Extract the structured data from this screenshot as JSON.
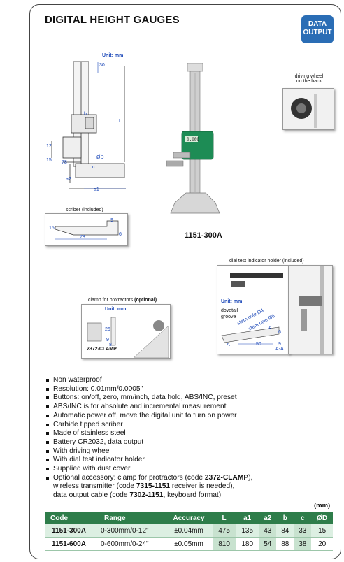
{
  "header": {
    "title": "DIGITAL HEIGHT GAUGES",
    "badge_line1": "DATA",
    "badge_line2": "OUTPUT"
  },
  "drawing": {
    "unit": "Unit: mm",
    "dim_30": "30",
    "dim_L": "L",
    "dim_b": "b",
    "dim_12": "12",
    "dim_15": "15",
    "dim_78": "78",
    "dim_c": "c",
    "dim_D": "ØD",
    "dim_a2": "a2",
    "dim_a1": "a1"
  },
  "scriber": {
    "caption": "scriber (included)",
    "dim_15": "15",
    "dim_78": "78",
    "dim_9": "9",
    "dim_6": "6"
  },
  "product": {
    "model": "1151-300A",
    "display": "0.000"
  },
  "driving_wheel": {
    "caption_line1": "driving wheel",
    "caption_line2": "on the back"
  },
  "clamp": {
    "caption_pre": "clamp for protractors ",
    "caption_bold": "(optional)",
    "unit": "Unit: mm",
    "dim_26": "26",
    "dim_9": "9",
    "dim_8": "8",
    "code": "2372-CLAMP"
  },
  "dial_holder": {
    "caption": "dial test indicator holder (included)",
    "unit": "Unit: mm",
    "dovetail_line1": "dovetail",
    "dovetail_line2": "groove",
    "stem4": "stem hole Ø4",
    "stem8": "stem hole Ø8",
    "dim_A1": "A",
    "dim_A2": "A",
    "dim_50": "50",
    "dim_6": "6",
    "dim_9": "9",
    "section": "A-A"
  },
  "features": [
    "Non waterproof",
    "Resolution: 0.01mm/0.0005\"",
    "Buttons: on/off, zero, mm/inch, data hold, ABS/INC, preset",
    "ABS/INC is for absolute and incremental measurement",
    "Automatic power off, move the digital unit to turn on power",
    "Carbide tipped scriber",
    "Made of stainless steel",
    "Battery CR2032, data output",
    "With driving wheel",
    "With dial test indicator holder",
    "Supplied with dust cover"
  ],
  "optional": {
    "line1_pre": "Optional accessory: clamp for protractors (code ",
    "line1_code": "2372-CLAMP",
    "line1_post": "),",
    "line2_pre": "wireless transmitter (code ",
    "line2_code": "7315-1151",
    "line2_post": " receiver is needed),",
    "line3_pre": "data output cable (code ",
    "line3_code": "7302-1151",
    "line3_post": ", keyboard format)"
  },
  "table": {
    "unit": "(mm)",
    "headers": [
      "Code",
      "Range",
      "Accuracy",
      "L",
      "a1",
      "a2",
      "b",
      "c",
      "ØD"
    ],
    "rows": [
      [
        "1151-300A",
        "0-300mm/0-12\"",
        "±0.04mm",
        "475",
        "135",
        "43",
        "84",
        "33",
        "15"
      ],
      [
        "1151-600A",
        "0-600mm/0-24\"",
        "±0.05mm",
        "810",
        "180",
        "54",
        "88",
        "38",
        "20"
      ]
    ]
  },
  "colors": {
    "badge": "#2a6db5",
    "table_header": "#2e7d4a",
    "display": "#1d8c55",
    "dimension_text": "#1a47b8"
  }
}
